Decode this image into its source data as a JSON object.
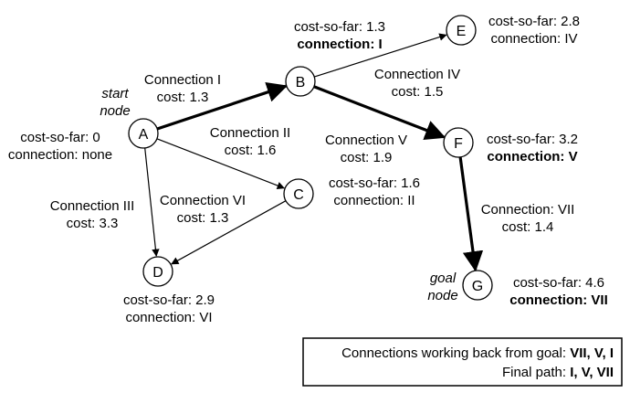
{
  "nodes": [
    {
      "id": "A",
      "label": "A"
    },
    {
      "id": "B",
      "label": "B"
    },
    {
      "id": "C",
      "label": "C"
    },
    {
      "id": "D",
      "label": "D"
    },
    {
      "id": "E",
      "label": "E"
    },
    {
      "id": "F",
      "label": "F"
    },
    {
      "id": "G",
      "label": "G"
    }
  ],
  "node_tags": {
    "start": [
      "start",
      "node"
    ],
    "goal": [
      "goal",
      "node"
    ]
  },
  "node_info": {
    "A": {
      "cost": "cost-so-far: 0",
      "connection": "connection: none"
    },
    "B": {
      "cost": "cost-so-far: 1.3",
      "connection": "connection: I"
    },
    "C": {
      "cost": "cost-so-far: 1.6",
      "connection": "connection: II"
    },
    "D": {
      "cost": "cost-so-far: 2.9",
      "connection": "connection: VI"
    },
    "E": {
      "cost": "cost-so-far: 2.8",
      "connection": "connection: IV"
    },
    "F": {
      "cost": "cost-so-far: 3.2",
      "connection": "connection: V"
    },
    "G": {
      "cost": "cost-so-far: 4.6",
      "connection": "connection: VII"
    }
  },
  "edges": [
    {
      "id": "I",
      "from": "A",
      "to": "B",
      "name": "Connection I",
      "cost": "cost: 1.3",
      "on_path": true
    },
    {
      "id": "II",
      "from": "A",
      "to": "C",
      "name": "Connection II",
      "cost": "cost: 1.6",
      "on_path": false
    },
    {
      "id": "III",
      "from": "A",
      "to": "D",
      "name": "Connection III",
      "cost": "cost: 3.3",
      "on_path": false
    },
    {
      "id": "IV",
      "from": "B",
      "to": "E",
      "name": "Connection IV",
      "cost": "cost: 1.5",
      "on_path": false
    },
    {
      "id": "V",
      "from": "B",
      "to": "F",
      "name": "Connection V",
      "cost": "cost: 1.9",
      "on_path": true
    },
    {
      "id": "VI",
      "from": "C",
      "to": "D",
      "name": "Connection VI",
      "cost": "cost: 1.3",
      "on_path": false
    },
    {
      "id": "VII",
      "from": "F",
      "to": "G",
      "name": "Connection: VII",
      "cost": "cost: 1.4",
      "on_path": true
    }
  ],
  "summary": {
    "line1_label": "Connections working back from goal: ",
    "line1_value": "VII, V, I",
    "line2_label": "Final path: ",
    "line2_value": "I, V, VII"
  }
}
